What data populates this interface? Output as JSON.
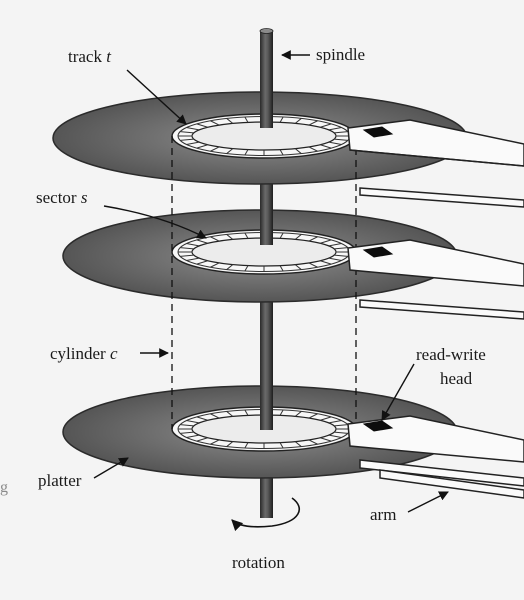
{
  "labels": {
    "track": "track",
    "track_var": "t",
    "spindle": "spindle",
    "sector": "sector",
    "sector_var": "s",
    "cylinder": "cylinder",
    "cylinder_var": "c",
    "read_write_line1": "read-write",
    "read_write_line2": "head",
    "platter": "platter",
    "arm": "arm",
    "rotation": "rotation"
  },
  "margin_mark": "g"
}
